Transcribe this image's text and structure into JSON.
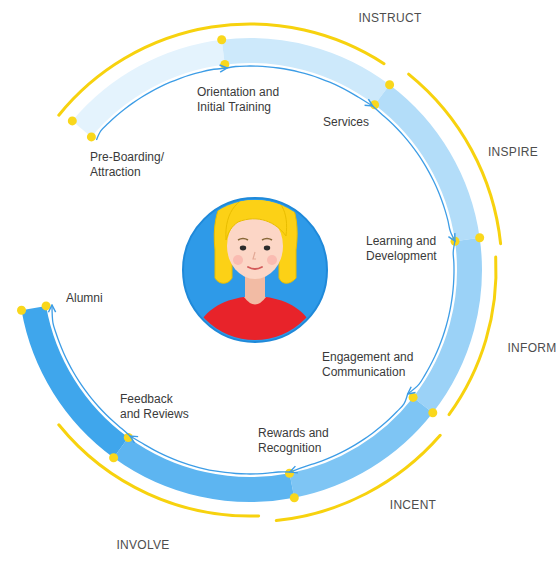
{
  "diagram": {
    "nodes": [
      {
        "text": [
          "Pre-Boarding/ Attraction"
        ]
      },
      {
        "text": [
          "Orientation and Initial Training"
        ]
      },
      {
        "text": [
          "Services"
        ]
      },
      {
        "text": [
          "Learning and Development"
        ]
      },
      {
        "text": [
          "Engagement and Communication"
        ]
      },
      {
        "text": [
          "Rewards and Recognition"
        ]
      },
      {
        "text": [
          "Feedback and Reviews"
        ]
      },
      {
        "text": [
          "Alumni"
        ]
      }
    ],
    "edges": [
      {
        "from": 0,
        "to": 1,
        "arrow": "to"
      },
      {
        "from": 1,
        "to": 2,
        "arrow": "to"
      },
      {
        "from": 2,
        "to": 3,
        "arrow": "to"
      },
      {
        "from": 3,
        "to": 4,
        "arrow": "to"
      },
      {
        "from": 4,
        "to": 5,
        "arrow": "to"
      },
      {
        "from": 5,
        "to": 6,
        "arrow": "to"
      },
      {
        "from": 6,
        "to": 7,
        "arrow": "to"
      }
    ],
    "labels": [
      "INSTRUCT",
      "INSPIRE",
      "INFORM",
      "INCENT",
      "INVOLVE"
    ]
  }
}
